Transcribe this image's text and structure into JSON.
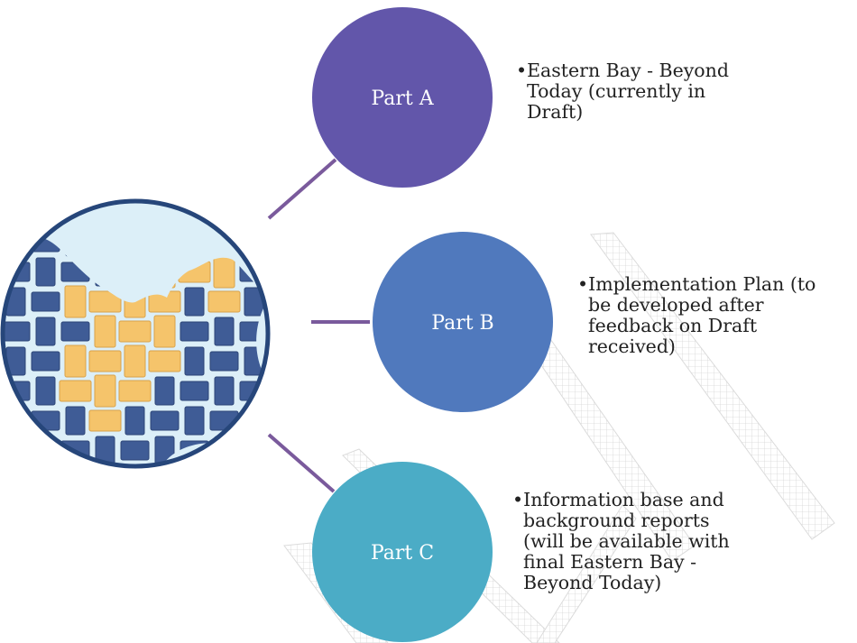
{
  "colors": {
    "part_a": "#6256AA",
    "part_b": "#5079BD",
    "part_c": "#4BACC6",
    "connector": "#7A5A9C",
    "emblem_border": "#26467A",
    "emblem_background": "#DCEFF8",
    "weave_blue": "#3F5C96",
    "weave_gold": "#F5C46B",
    "watermark": "#D4D4D4"
  },
  "emblem": {
    "icon": "woven-map-icon"
  },
  "nodes": [
    {
      "label": "Part A",
      "bullet_lines": [
        "•Eastern Bay - Beyond",
        "Today (currently in",
        "Draft)"
      ]
    },
    {
      "label": "Part B",
      "bullet_lines": [
        "•Implementation Plan (to",
        "be developed after",
        "feedback on Draft",
        "received)"
      ]
    },
    {
      "label": "Part C",
      "bullet_lines": [
        "•Information base and",
        "background reports",
        "(will be available with",
        "final Eastern Bay -",
        "Beyond Today)"
      ]
    }
  ]
}
